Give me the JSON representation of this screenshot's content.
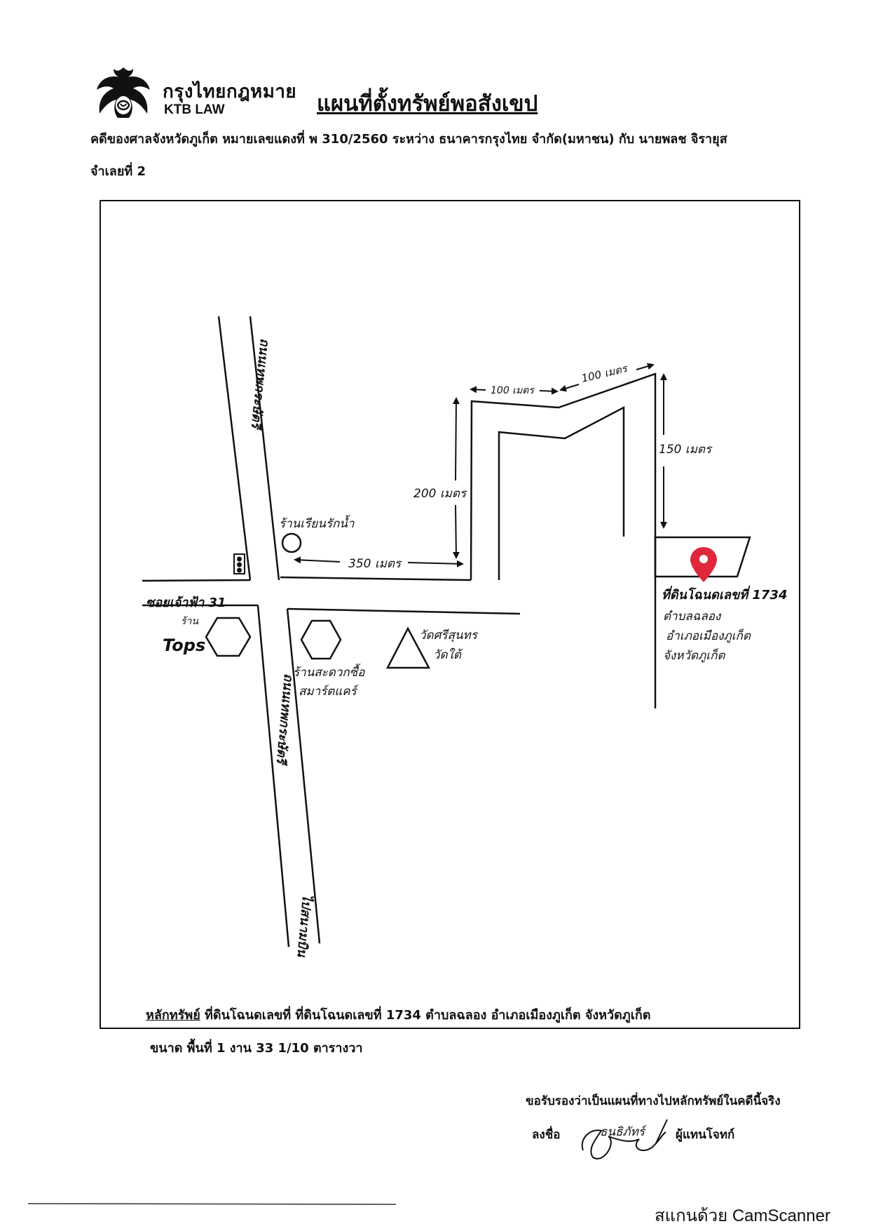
{
  "header": {
    "logo_text_th": "กรุงไทยกฎหมาย",
    "logo_text_en": "KTB LAW",
    "title": "แผนที่ตั้งทรัพย์พอสังเขป",
    "case_line_1": "คดีของศาลจังหวัดภูเก็ต หมายเลขแดงที่ พ 310/2560  ระหว่าง ธนาคารกรุงไทย จำกัด(มหาชน) กับ  นายพลช  จิรายุส",
    "case_line_2": "จำเลยที่ 2"
  },
  "map": {
    "road_top_label": "ถนนเทพกระษัตรี",
    "road_bottom_label": "ถนนเทพกระษัตรี",
    "road_bottom_end_label": "ไปสนามบิน",
    "soi_label": "ซอยเจ้าฟ้า 31",
    "place_tops_prefix": "ร้าน",
    "place_tops": "Tops",
    "place_restaurant": "ร้านเรียนรักน้ำ",
    "place_store_line1": "ร้านสะดวกซื้อ",
    "place_store_line2": "สมาร์ตแคร์",
    "place_temple_line1": "วัดศรีสุนทร",
    "place_temple_line2": "วัดใต้",
    "dist_350": "350 เมตร",
    "dist_200": "200 เมตร",
    "dist_100a": "100 เมตร",
    "dist_100b": "100 เมตร",
    "dist_150": "150 เมตร",
    "parcel_line1": "ที่ดินโฉนดเลขที่ 1734",
    "parcel_line2": "ตำบลฉลอง",
    "parcel_line3": "อำเภอเมืองภูเก็ต",
    "parcel_line4": "จังหวัดภูเก็ต",
    "icons": {
      "traffic_light": "traffic-light-icon",
      "location_pin": "location-pin-icon",
      "circle": "restaurant-circle-icon",
      "hexagon": "store-hexagon-icon",
      "triangle": "temple-triangle-icon"
    },
    "pin_color": "#e0263a"
  },
  "footer": {
    "asset_label": "หลักทรัพย์",
    "asset_text": " ที่ดินโฉนดเลขที่ ที่ดินโฉนดเลขที่ 1734  ตำบลฉลอง อำเภอเมืองภูเก็ต  จังหวัดภูเก็ต",
    "size_text": "ขนาด พื้นที่ 1 งาน 33 1/10 ตารางวา",
    "certify_text": "ขอรับรองว่าเป็นแผนที่ทางไปหลักทรัพย์ในคดีนี้จริง",
    "sign_label": "ลงชื่อ",
    "signer_name": "ธนธิภัทร์",
    "signer_role": "ผู้แทนโจทก์",
    "scanner_text": "สแกนด้วย CamScanner"
  }
}
